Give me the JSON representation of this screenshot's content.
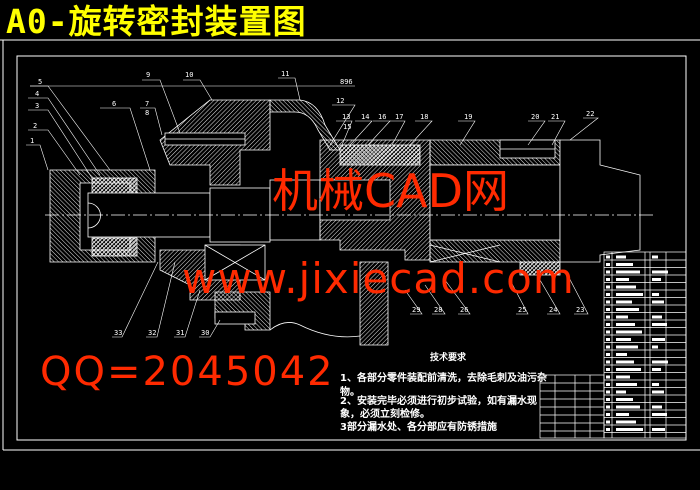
{
  "title": "A0-旋转密封装置图",
  "callouts_top": [
    "1",
    "2",
    "3",
    "4",
    "5",
    "6",
    "7",
    "8",
    "9",
    "10",
    "11",
    "12",
    "13",
    "15",
    "14",
    "16",
    "17",
    "18",
    "19",
    "20",
    "21",
    "22",
    "896"
  ],
  "callouts_bottom": [
    "33",
    "32",
    "31",
    "30",
    "29",
    "28",
    "26",
    "25",
    "24",
    "23"
  ],
  "tech_requirements": {
    "heading": "技术要求",
    "lines": [
      "1、各部分零件装配前清洗，去除毛刺及油污杂",
      "物。",
      "2、安装完毕必须进行初步试验，如有漏水现",
      "象，必须立刻检修。",
      "3部分漏水处、各分部应有防锈措施"
    ]
  },
  "watermarks": [
    "机械CAD网",
    "www.jixiecad.com",
    "QQ=2045042"
  ],
  "colors": {
    "title": "#ffff00",
    "lines": "#ffffff",
    "watermark": "#ff2a00",
    "background": "#000000"
  }
}
